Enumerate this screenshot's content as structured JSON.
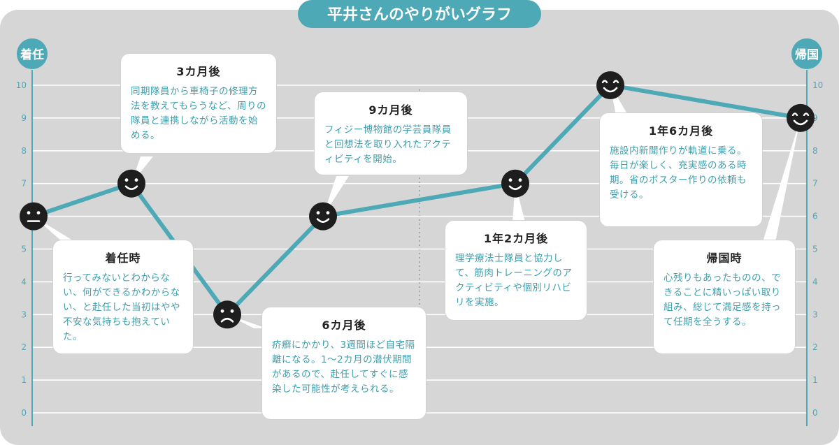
{
  "colors": {
    "background": "#d6d6d6",
    "line": "#4ea9b6",
    "axis": "#4ea9b6",
    "grid": "#ffffff",
    "badge": "#4ea9b6",
    "face": "#1e1e1e",
    "note_text": "#3d9fae"
  },
  "chart_data": {
    "type": "line",
    "title": "平井さんのやりがいグラフ",
    "left_axis_label": "着任",
    "right_axis_label": "帰国",
    "ylim": [
      0,
      10
    ],
    "yticks": [
      0,
      1,
      2,
      3,
      4,
      5,
      6,
      7,
      8,
      9,
      10
    ],
    "grid": true,
    "points": [
      {
        "stage": "着任時",
        "value": 6,
        "face": "neutral"
      },
      {
        "stage": "3カ月後",
        "value": 7,
        "face": "smile"
      },
      {
        "stage": "6カ月後",
        "value": 3,
        "face": "sad"
      },
      {
        "stage": "9カ月後",
        "value": 6,
        "face": "smile"
      },
      {
        "stage": "1年2カ月後",
        "value": 7,
        "face": "smile"
      },
      {
        "stage": "1年6カ月後",
        "value": 10,
        "face": "big-smile"
      },
      {
        "stage": "帰国時",
        "value": 9,
        "face": "big-smile"
      }
    ]
  },
  "callouts": [
    {
      "title": "着任時",
      "text": "行ってみないとわからない、何ができるかわからない、と赴任した当初はやや不安な気持ちも抱えていた。"
    },
    {
      "title": "3カ月後",
      "text": "同期隊員から車椅子の修理方法を教えてもらうなど、周りの隊員と連携しながら活動を始める。"
    },
    {
      "title": "6カ月後",
      "text": "疥癬にかかり、3週間ほど自宅隔離になる。1〜2カ月の潜伏期間があるので、赴任してすぐに感染した可能性が考えられる。"
    },
    {
      "title": "9カ月後",
      "text": "フィジー博物館の学芸員隊員と回想法を取り入れたアクティビティを開始。"
    },
    {
      "title": "1年2カ月後",
      "text": "理学療法士隊員と協力して、筋肉トレーニングのアクティビティや個別リハビリを実施。"
    },
    {
      "title": "1年6カ月後",
      "text": "施設内新聞作りが軌道に乗る。毎日が楽しく、充実感のある時期。省のポスター作りの依頼も受ける。"
    },
    {
      "title": "帰国時",
      "text": "心残りもあったものの、できることに精いっぱい取り組み、総じて満足感を持って任期を全うする。"
    }
  ]
}
